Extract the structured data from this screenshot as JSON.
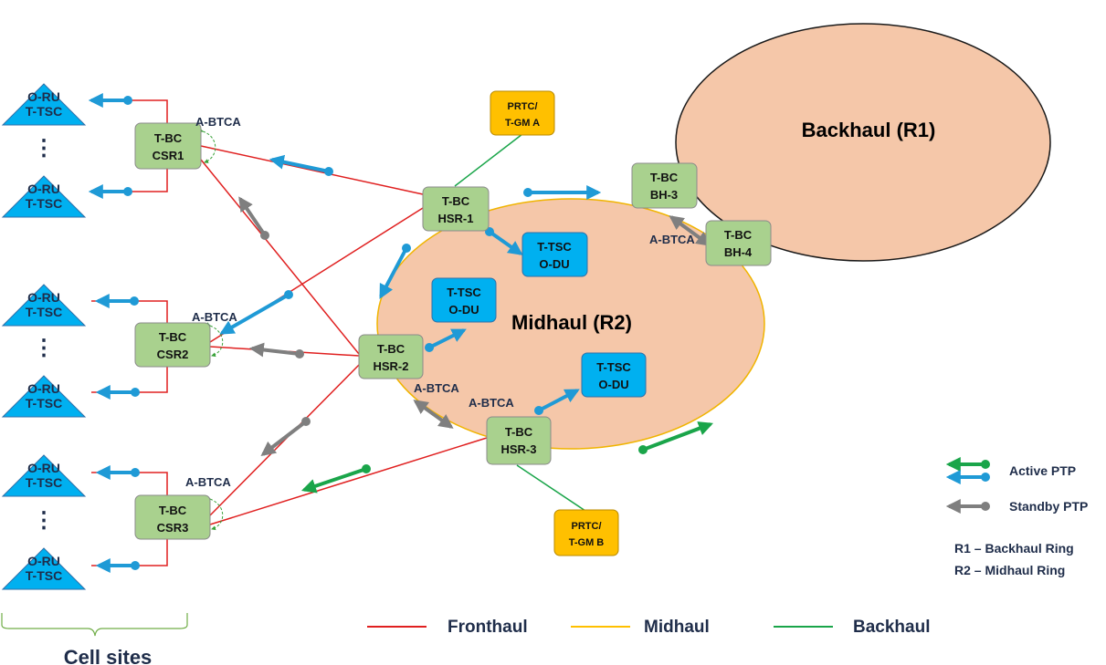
{
  "rings": {
    "backhaul": "Backhaul (R1)",
    "midhaul": "Midhaul (R2)"
  },
  "nodes": {
    "csr1": [
      "T-BC",
      "CSR1"
    ],
    "csr2": [
      "T-BC",
      "CSR2"
    ],
    "csr3": [
      "T-BC",
      "CSR3"
    ],
    "hsr1": [
      "T-BC",
      "HSR-1"
    ],
    "hsr2": [
      "T-BC",
      "HSR-2"
    ],
    "hsr3": [
      "T-BC",
      "HSR-3"
    ],
    "bh3": [
      "T-BC",
      "BH-3"
    ],
    "bh4": [
      "T-BC",
      "BH-4"
    ],
    "odu1": [
      "T-TSC",
      "O-DU"
    ],
    "odu2": [
      "T-TSC",
      "O-DU"
    ],
    "odu3": [
      "T-TSC",
      "O-DU"
    ],
    "prtc_a": [
      "PRTC/",
      "T-GM A"
    ],
    "prtc_b": [
      "PRTC/",
      "T-GM  B"
    ]
  },
  "oru": [
    "O-RU",
    "T-TSC"
  ],
  "ellipsis": "⋮",
  "abtca": "A-BTCA",
  "cell_sites": "Cell sites",
  "legend": {
    "active": "Active PTP",
    "standby": "Standby  PTP",
    "r1": "R1 – Backhaul Ring",
    "r2": "R2 – Midhaul Ring",
    "fronthaul": "Fronthaul",
    "midhaul": "Midhaul",
    "backhaul": "Backhaul"
  },
  "colors": {
    "ring_fill": "#f5c7a9",
    "ring_stroke_midhaul": "#f0b400",
    "ring_stroke_backhaul": "#1a1a1a",
    "node_green": "#a9d18e",
    "node_blue": "#00b0f0",
    "node_orange": "#ffc000",
    "fronthaul": "#e02020",
    "midhaul": "#ffc000",
    "backhaul": "#1aa54a",
    "active_blue": "#1f9ad6",
    "active_green": "#1aa54a",
    "standby": "#7f7f7f"
  }
}
